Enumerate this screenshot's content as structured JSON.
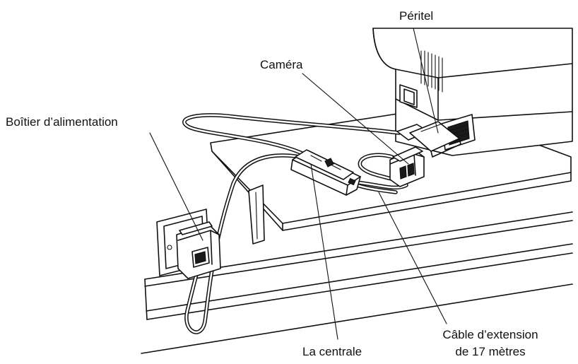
{
  "labels": {
    "peritel": "Péritel",
    "camera": "Caméra",
    "boitier": "Boîtier d’alimentation",
    "centrale": "La centrale",
    "cable_line1": "Câble d’extension",
    "cable_line2": "de 17 mètres"
  }
}
